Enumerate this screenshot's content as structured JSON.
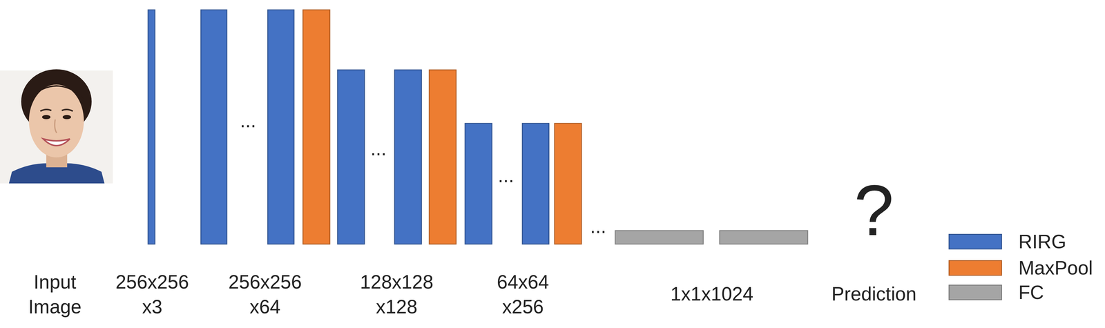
{
  "diagram": {
    "labels": [
      "Input Image",
      "256x256 x3",
      "...",
      "256x256 x64",
      "...",
      "128x128 x128",
      "...",
      "64x64 x256",
      "...",
      "1x1x1024",
      "?",
      "Prediction"
    ],
    "legend": [
      {
        "text": "RIRG",
        "color": "#4472c4"
      },
      {
        "text": "MaxPool",
        "color": "#ed7d31"
      },
      {
        "text": "FC",
        "color": "#a5a5a5"
      }
    ]
  }
}
